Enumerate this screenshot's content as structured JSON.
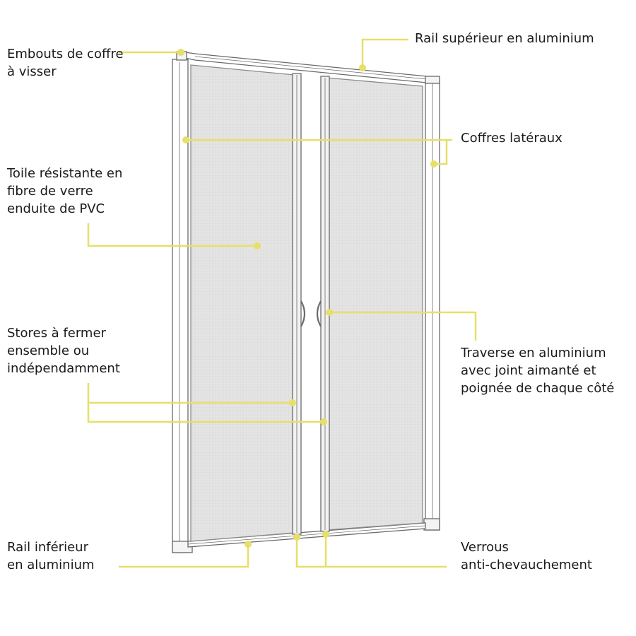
{
  "accent_color": "#e6df68",
  "frame_color": "#6a6a6a",
  "mesh_color": "#e2e2e2",
  "labels": {
    "embouts": [
      "Embouts de coffre",
      "à visser"
    ],
    "rail_sup": [
      "Rail supérieur en aluminium"
    ],
    "coffres": [
      "Coffres latéraux"
    ],
    "toile": [
      "Toile résistante en",
      "fibre de verre",
      "enduite de PVC"
    ],
    "stores": [
      "Stores à fermer",
      "ensemble ou",
      "indépendamment"
    ],
    "traverse": [
      "Traverse en aluminium",
      "avec joint aimanté et",
      "poignée de chaque côté"
    ],
    "rail_inf": [
      "Rail inférieur",
      "en aluminium"
    ],
    "verrous": [
      "Verrous",
      "anti-chevauchement"
    ]
  }
}
